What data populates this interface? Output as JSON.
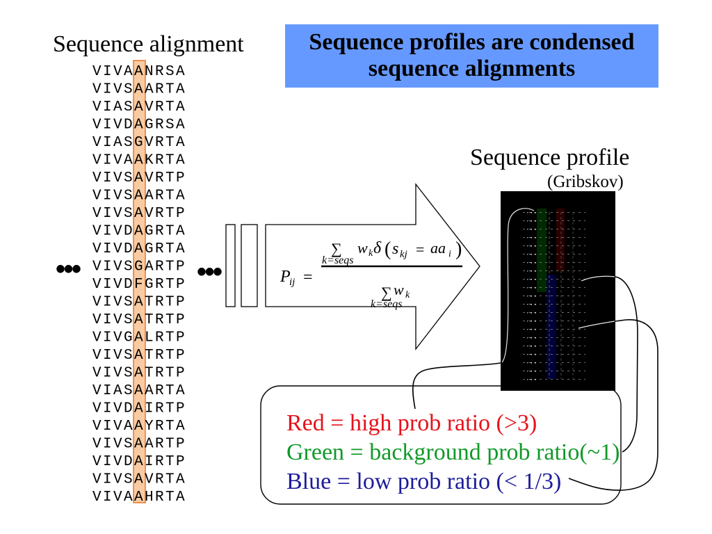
{
  "alignment_title": "Sequence alignment",
  "banner": {
    "line1": "Sequence profiles are condensed",
    "line2": "sequence alignments",
    "color": "#6699FF"
  },
  "alignment": {
    "sequences": [
      "VIVAANRSA",
      "VIVSAARTA",
      "VIASAVRTA",
      "VIVDAGRSA",
      "VIASGVRTA",
      "VIVAAKRTA",
      "VIVSAVRTP",
      "VIVSAARTA",
      "VIVSAVRTP",
      "VIVDAGRTA",
      "VIVDAGRTA",
      "VIVSGARTP",
      "VIVDFGRTP",
      "VIVSATRTP",
      "VIVSATRTP",
      "VIVGALRTP",
      "VIVSATRTP",
      "VIVSATRTP",
      "VIASAARTA",
      "VIVDAIRTP",
      "VIVAAYRTA",
      "VIVSAARTP",
      "VIVDAIRTP",
      "VIVSAVRTA",
      "VIVAAHRTA"
    ],
    "highlight_column": 5,
    "highlight_color": "#F9CBA3"
  },
  "ellipsis_left": "•••",
  "ellipsis_right": "•••",
  "formula": {
    "lhs": "P",
    "lhs_sub": "ij",
    "equals": "=",
    "num_sum": "∑",
    "num_sum_sub": "k=seqs",
    "num_w": "w",
    "num_w_sub": "k",
    "num_delta": "δ",
    "num_open": "(",
    "num_s": "s",
    "num_s_sub": "kj",
    "num_eq": "=",
    "num_aa": "aa",
    "num_aa_sub": "i",
    "num_close": ")",
    "den_sum": "∑",
    "den_sum_sub": "k=seqs",
    "den_w": "w",
    "den_w_sub": "k"
  },
  "profile": {
    "title": "Sequence profile",
    "citation": "(Gribskov)"
  },
  "legend": [
    {
      "text": "Red = high prob ratio (>3)",
      "color": "#E5121C"
    },
    {
      "text": "Green = background prob ratio(~1)",
      "color": "#12992A"
    },
    {
      "text": "Blue = low prob ratio (< 1/3)",
      "color": "#1C1C9A"
    }
  ]
}
